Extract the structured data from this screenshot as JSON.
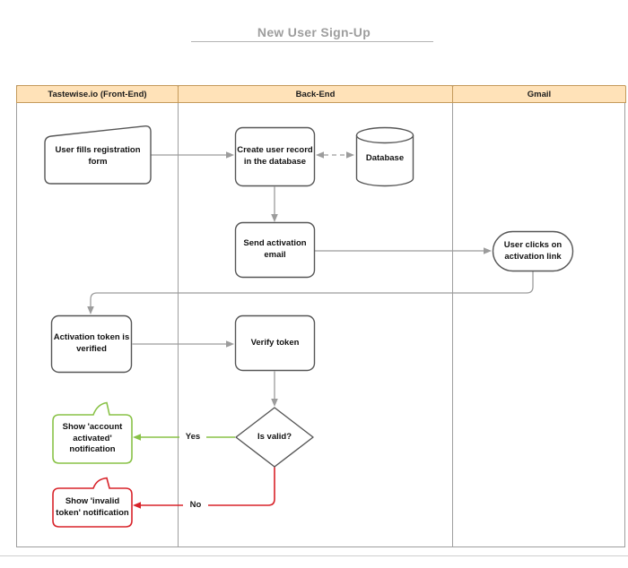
{
  "title": {
    "text": "New User Sign-Up"
  },
  "lanes": [
    {
      "label": "Tastewise.io (Front-End)"
    },
    {
      "label": "Back-End"
    },
    {
      "label": "Gmail"
    }
  ],
  "nodes": {
    "manual_input": "User fills registration form",
    "create_user": "Create user record in the database",
    "database": "Database",
    "send_email": "Send activation email",
    "user_clicks": "User clicks on activation link",
    "token_verified": "Activation token is verified",
    "verify_token": "Verify token",
    "is_valid": "Is valid?",
    "notify_success": "Show 'account activated' notification",
    "notify_invalid": "Show 'invalid token' notification"
  },
  "edge_labels": {
    "yes": "Yes",
    "no": "No"
  },
  "colors": {
    "lane_header_fill": "#ffe2b8",
    "lane_header_border": "#c49a5b",
    "lane_frame": "#9e9e9e",
    "connector": "#9c9c9c",
    "shape_border": "#565656",
    "yes_branch": "#89c247",
    "no_branch": "#d8232a",
    "title_text": "#9e9e9e"
  }
}
